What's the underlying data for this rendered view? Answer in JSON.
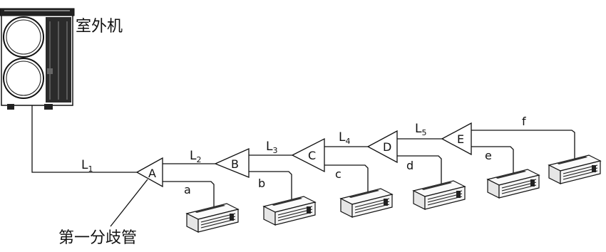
{
  "outdoor_unit": {
    "label": "室外机"
  },
  "first_branch": {
    "label": "第一分歧管"
  },
  "main_pipes": [
    {
      "label": "L",
      "sub": "1"
    },
    {
      "label": "L",
      "sub": "2"
    },
    {
      "label": "L",
      "sub": "3"
    },
    {
      "label": "L",
      "sub": "4"
    },
    {
      "label": "L",
      "sub": "5"
    }
  ],
  "branch_joints": [
    "A",
    "B",
    "C",
    "D",
    "E"
  ],
  "indoor_pipes": [
    "a",
    "b",
    "c",
    "d",
    "e",
    "f"
  ]
}
